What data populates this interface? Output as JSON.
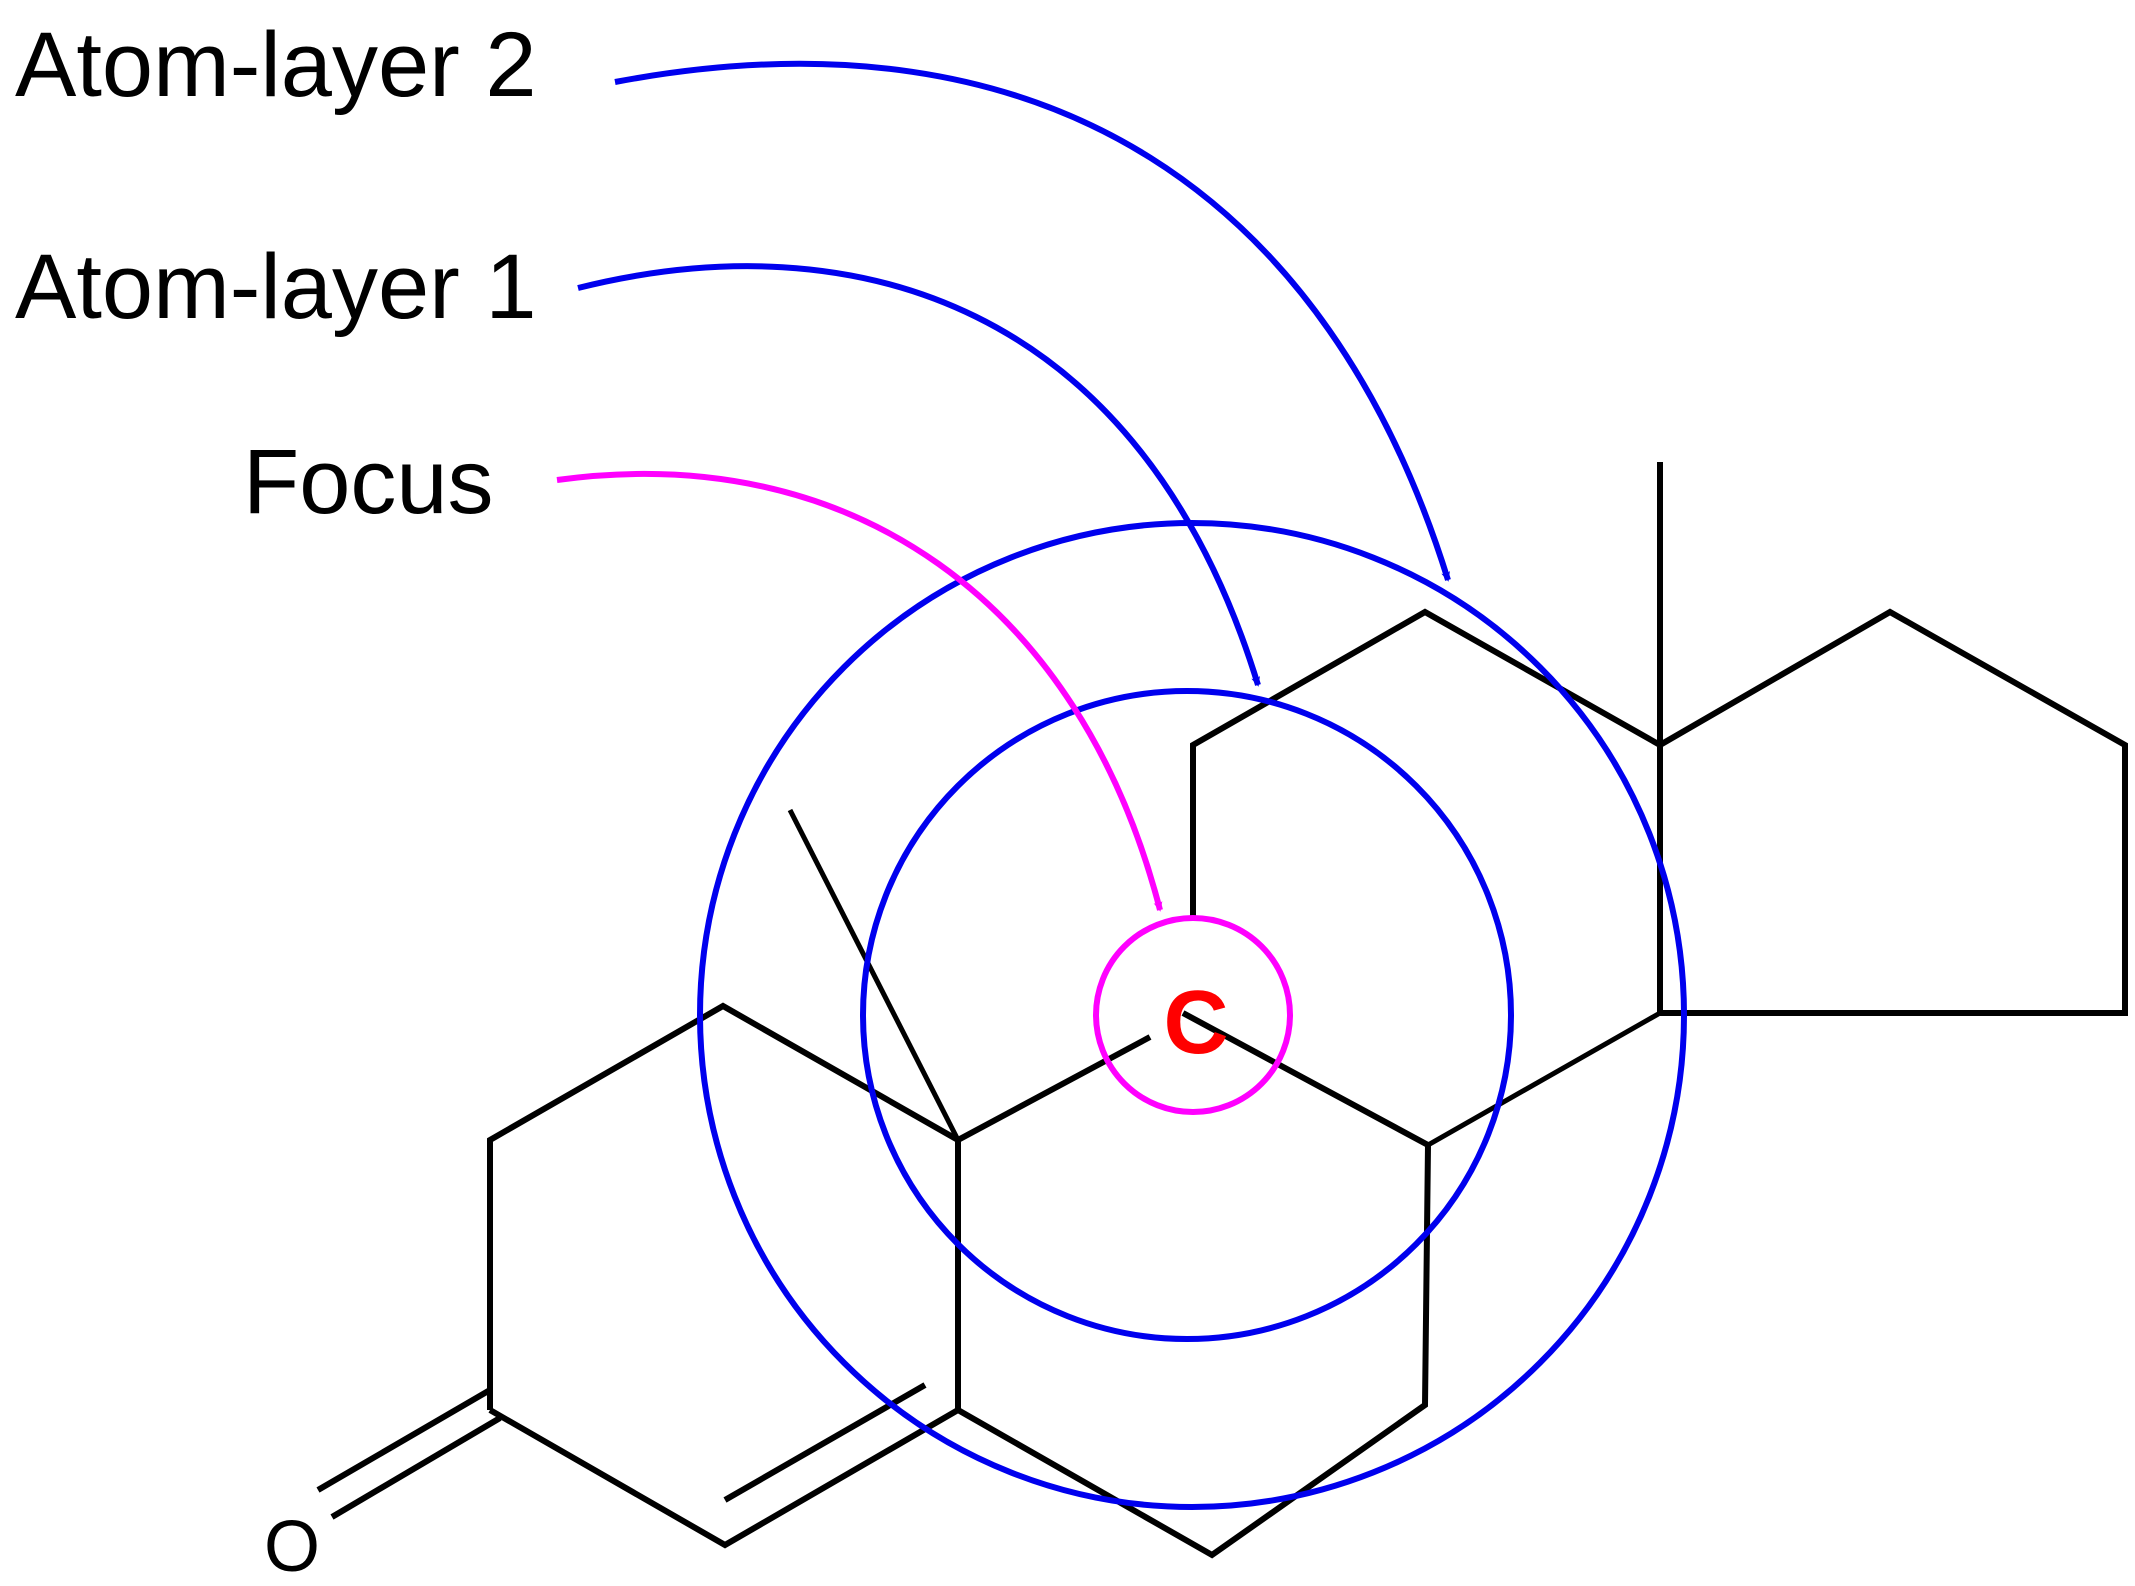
{
  "labels": {
    "layer2": "Atom-layer 2",
    "layer1": "Atom-layer 1",
    "focus": "Focus"
  },
  "atoms": {
    "focus_atom": "C",
    "oxygen": "O"
  },
  "colors": {
    "layer_ring": "#0000ee",
    "focus_ring": "#ff00ff",
    "focus_atom": "#ff0000",
    "bond": "#000000",
    "text": "#000000"
  }
}
